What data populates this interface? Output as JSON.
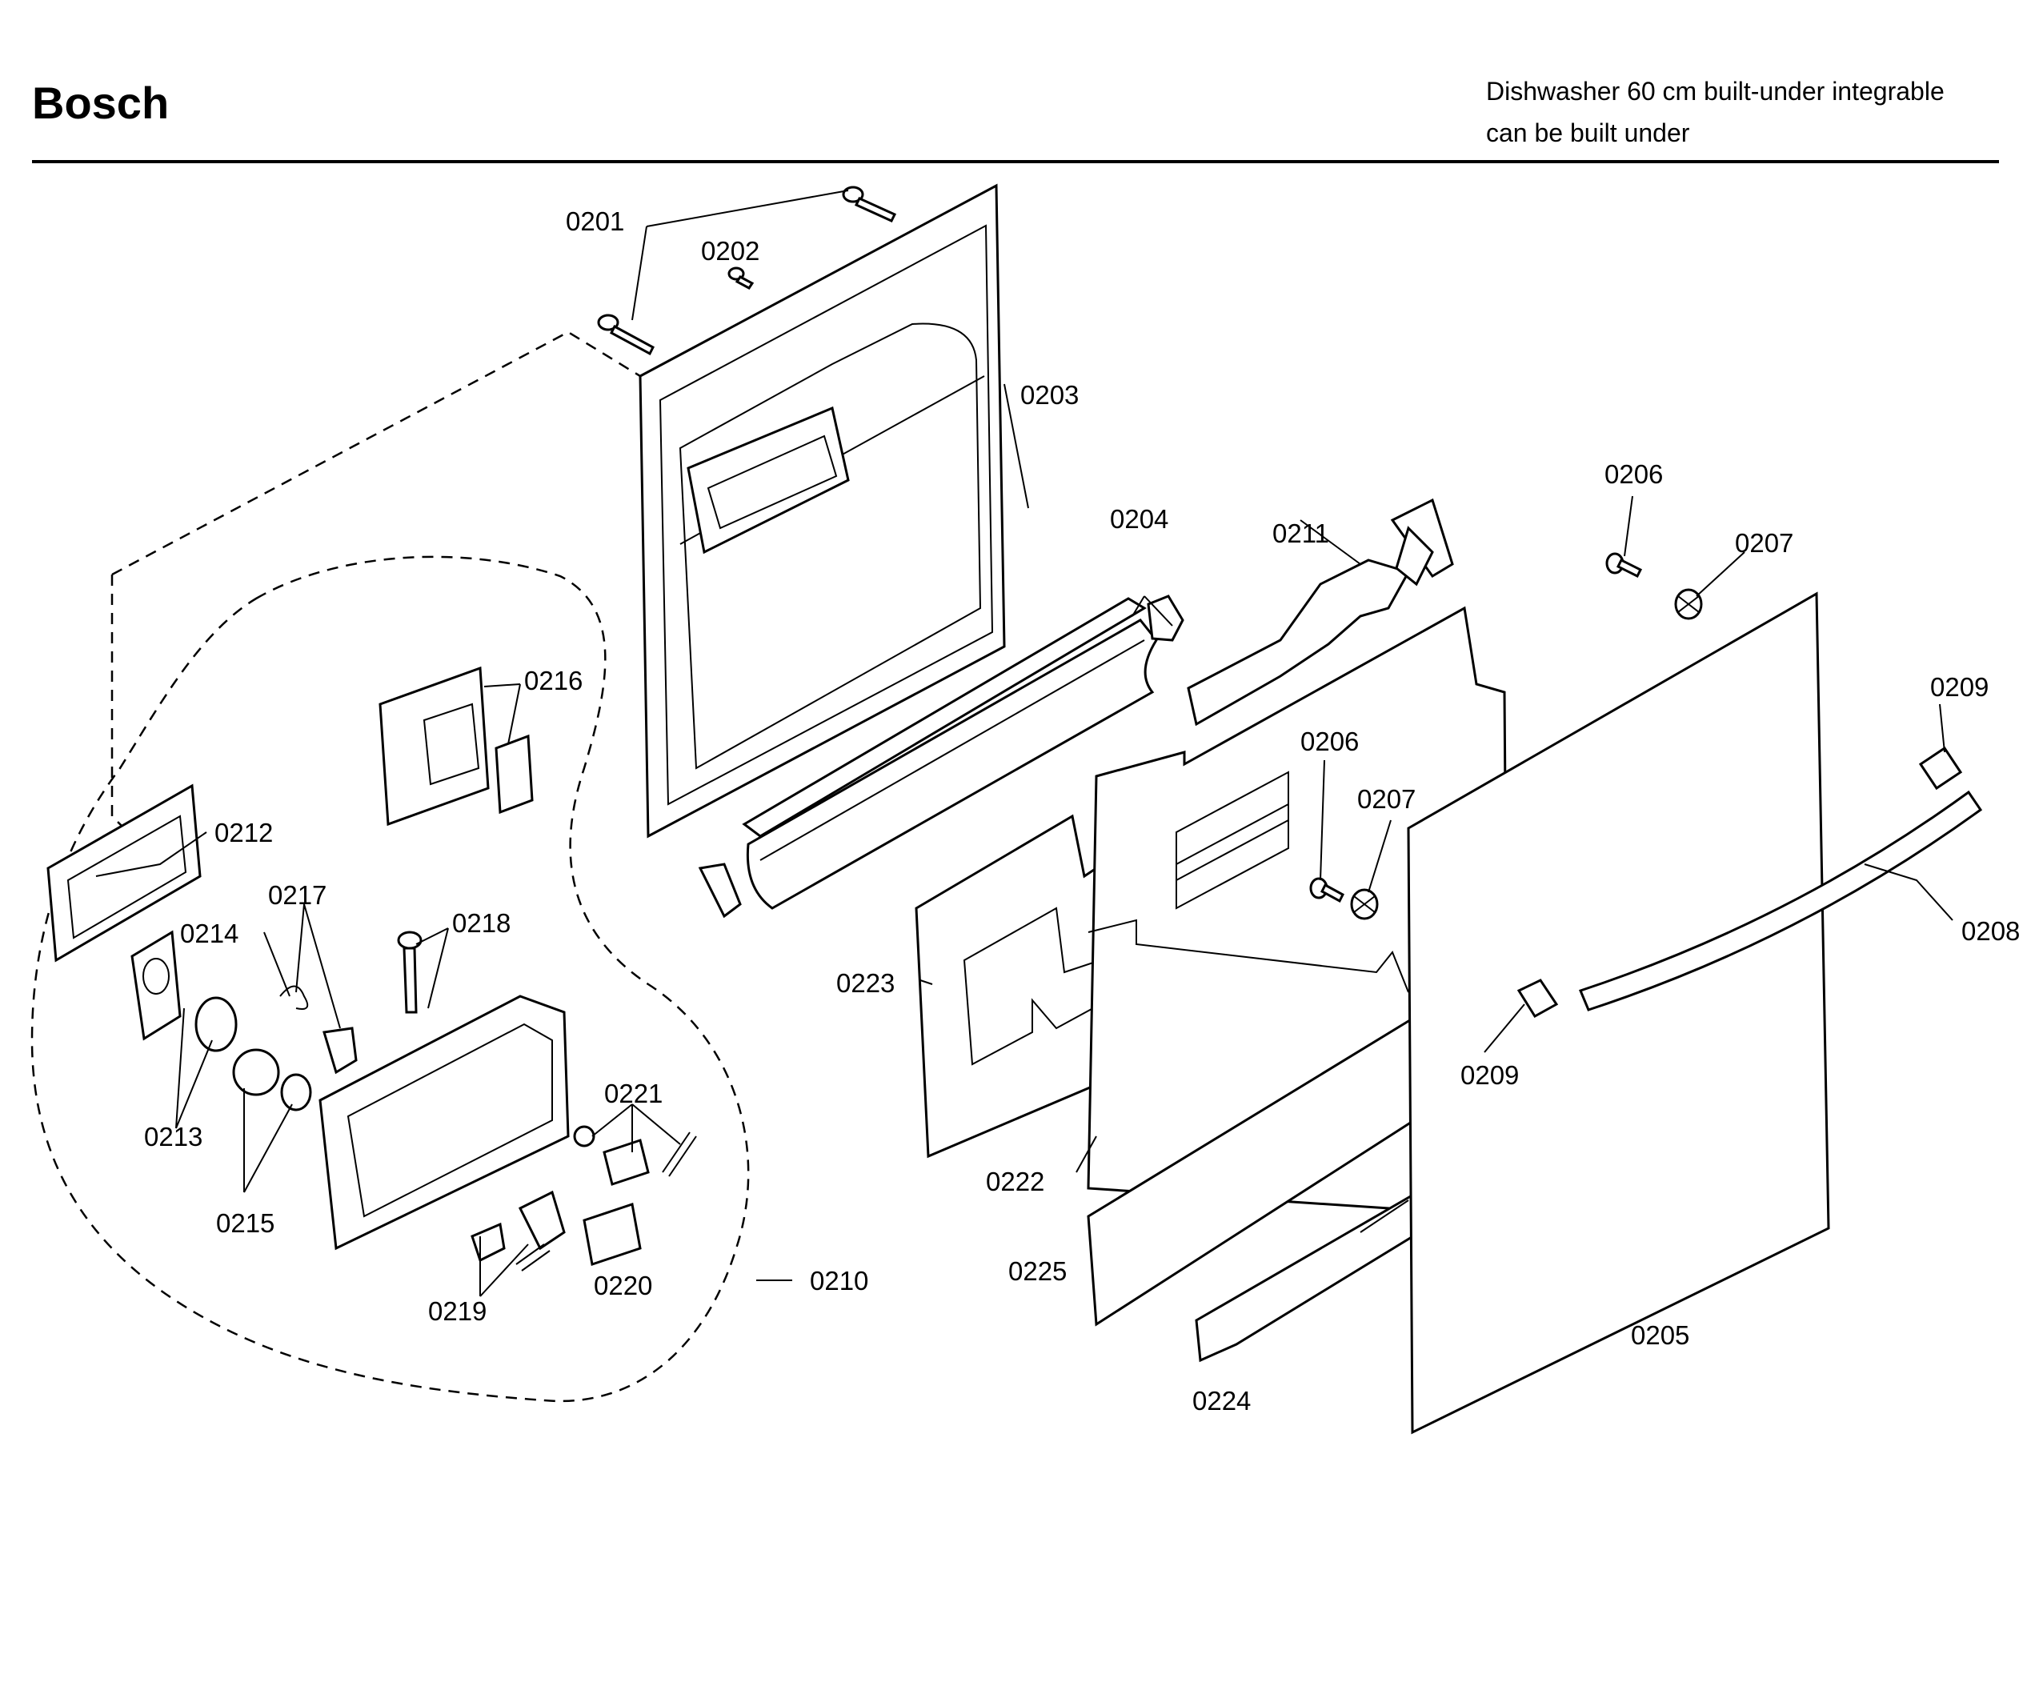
{
  "header": {
    "brand": "Bosch",
    "description_line1": "Dishwasher 60 cm built-under integrable",
    "description_line2": "can be built under"
  },
  "diagram": {
    "labels": {
      "p0201": "0201",
      "p0202": "0202",
      "p0203": "0203",
      "p0204": "0204",
      "p0205": "0205",
      "p0206a": "0206",
      "p0206b": "0206",
      "p0207a": "0207",
      "p0207b": "0207",
      "p0208": "0208",
      "p0209a": "0209",
      "p0209b": "0209",
      "p0210": "0210",
      "p0211": "0211",
      "p0212": "0212",
      "p0213": "0213",
      "p0214": "0214",
      "p0215": "0215",
      "p0216": "0216",
      "p0217": "0217",
      "p0218": "0218",
      "p0219": "0219",
      "p0220": "0220",
      "p0221": "0221",
      "p0222": "0222",
      "p0223": "0223",
      "p0224": "0224",
      "p0225": "0225"
    }
  }
}
